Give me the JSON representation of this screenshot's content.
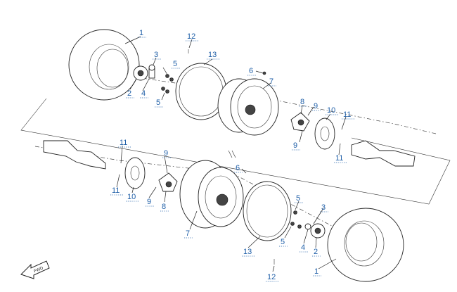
{
  "callouts": {
    "c1_top": "1",
    "c2_top": "2",
    "c3_top": "3",
    "c4_top": "4",
    "c5_top_a": "5",
    "c5_top_b": "5",
    "c12_top": "12",
    "c13_top": "13",
    "c6_top": "6",
    "c7_top": "7",
    "c8_top": "8",
    "c9_top_a": "9",
    "c9_top_b": "9",
    "c10_top": "10",
    "c11_top_a": "11",
    "c11_top_b": "11",
    "c11_bot_a": "11",
    "c11_bot_b": "11",
    "c10_bot": "10",
    "c9_bot_a": "9",
    "c9_bot_b": "9",
    "c8_bot": "8",
    "c6_bot": "6",
    "c7_bot": "7",
    "c5_bot_a": "5",
    "c5_bot_b": "5",
    "c3_bot": "3",
    "c4_bot": "4",
    "c2_bot": "2",
    "c13_bot": "13",
    "c12_bot": "12",
    "c1_bot": "1"
  },
  "fwd_label": "FWD",
  "icons": {
    "fwd": "fwd-arrow-icon"
  },
  "colors": {
    "callout": "#1f5fa8",
    "line": "#222222"
  }
}
